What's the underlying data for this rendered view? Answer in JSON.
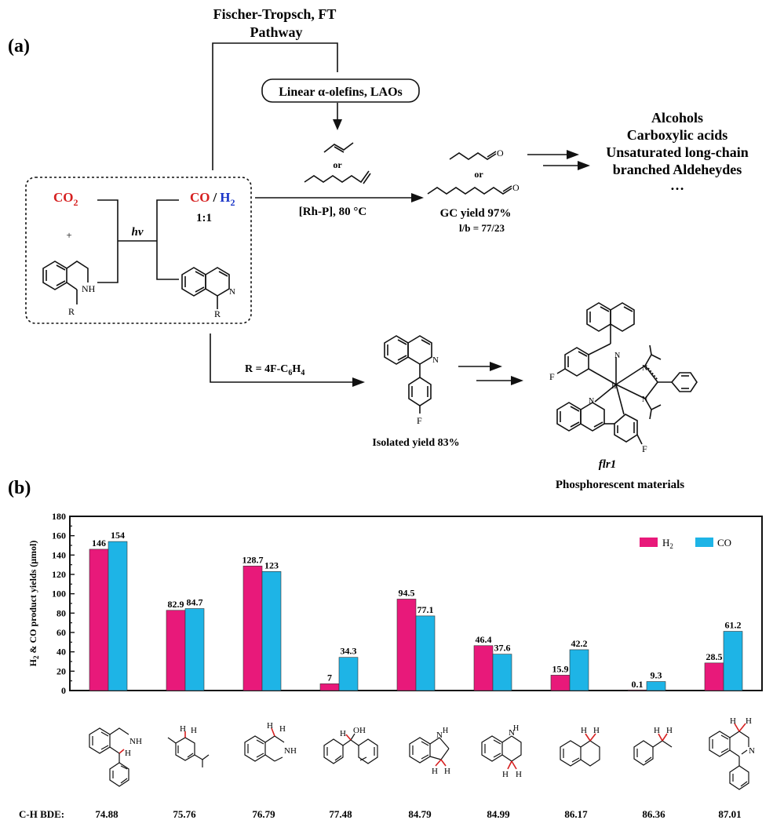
{
  "part_a": {
    "label": "(a)",
    "ft_line1": "Fischer-Tropsch, FT",
    "ft_line2": "Pathway",
    "lao_box": "Linear α-olefins, LAOs",
    "co2": "CO",
    "co2_sub": "2",
    "co": "CO",
    "slash": "/",
    "h2": "H",
    "h2_sub": "2",
    "ratio": "1:1",
    "hv": "hv",
    "plus": "+",
    "nh": "NH",
    "r1": "R",
    "r2": "R",
    "n1": "N",
    "or1": "or",
    "or2": "or",
    "rh_cond": "[Rh-P],  80 °C",
    "gc_yield": "GC yield 97%",
    "lb_ratio": "l/b = 77/23",
    "products": [
      "Alcohols",
      "Carboxylic acids",
      "Unsaturated long-chain",
      "branched Aldeheydes",
      "…"
    ],
    "r_sub": "R = 4F-C",
    "r_sub_6": "6",
    "r_sub_h": "H",
    "r_sub_4": "4",
    "isolated": "Isolated yield 83%",
    "f1": "F",
    "n2": "N",
    "complex_name": "flr1",
    "complex_desc": "Phosphorescent materials",
    "ir": "Ir",
    "f2": "F",
    "f3": "F",
    "n3": "N",
    "n4": "N",
    "n5": "N",
    "n6": "N",
    "o1": "O",
    "o2": "O"
  },
  "part_b": {
    "label": "(b)",
    "bde_label": "C-H BDE:",
    "bde_values": [
      "74.88",
      "75.76",
      "76.79",
      "77.48",
      "84.79",
      "84.99",
      "86.17",
      "86.36",
      "87.01"
    ],
    "struct_labels": {
      "s1_nh": "NH",
      "s1_h": "H",
      "s2_h": "H",
      "s3_h": "H",
      "s3_nh": "NH",
      "s4_oh": "OH",
      "s4_h": "H",
      "s5_h": "H",
      "s5_nh": "H",
      "s5_n": "N",
      "s6_h": "H",
      "s6_nh": "H",
      "s6_n": "N",
      "s7_h": "H",
      "s8_h": "H",
      "s9_h": "H",
      "s9_n": "N"
    }
  },
  "chart_data": {
    "type": "bar",
    "ylabel": "H₂ & CO product yields (μmol)",
    "ylabel_pre": "H",
    "ylabel_sub": "2",
    "ylabel_post": " & CO product yields (μmol)",
    "ylim": [
      0,
      180
    ],
    "yticks": [
      "0",
      "20",
      "40",
      "60",
      "80",
      "100",
      "120",
      "140",
      "160",
      "180"
    ],
    "legend_position": "top-right",
    "series": [
      {
        "name": "H₂",
        "legend_pre": "H",
        "legend_sub": "2",
        "color": "#e8197a",
        "values": [
          146,
          82.9,
          128.7,
          7,
          94.5,
          46.4,
          15.9,
          0.1,
          28.5
        ],
        "labels": [
          "146",
          "82.9",
          "128.7",
          "7",
          "94.5",
          "46.4",
          "15.9",
          "0.1",
          "28.5"
        ]
      },
      {
        "name": "CO",
        "legend_pre": "CO",
        "legend_sub": "",
        "color": "#1eb4e6",
        "values": [
          154,
          84.7,
          123,
          34.3,
          77.1,
          37.6,
          42.2,
          9.3,
          61.2
        ],
        "labels": [
          "154",
          "84.7",
          "123",
          "34.3",
          "77.1",
          "37.6",
          "42.2",
          "9.3",
          "61.2"
        ]
      }
    ]
  }
}
